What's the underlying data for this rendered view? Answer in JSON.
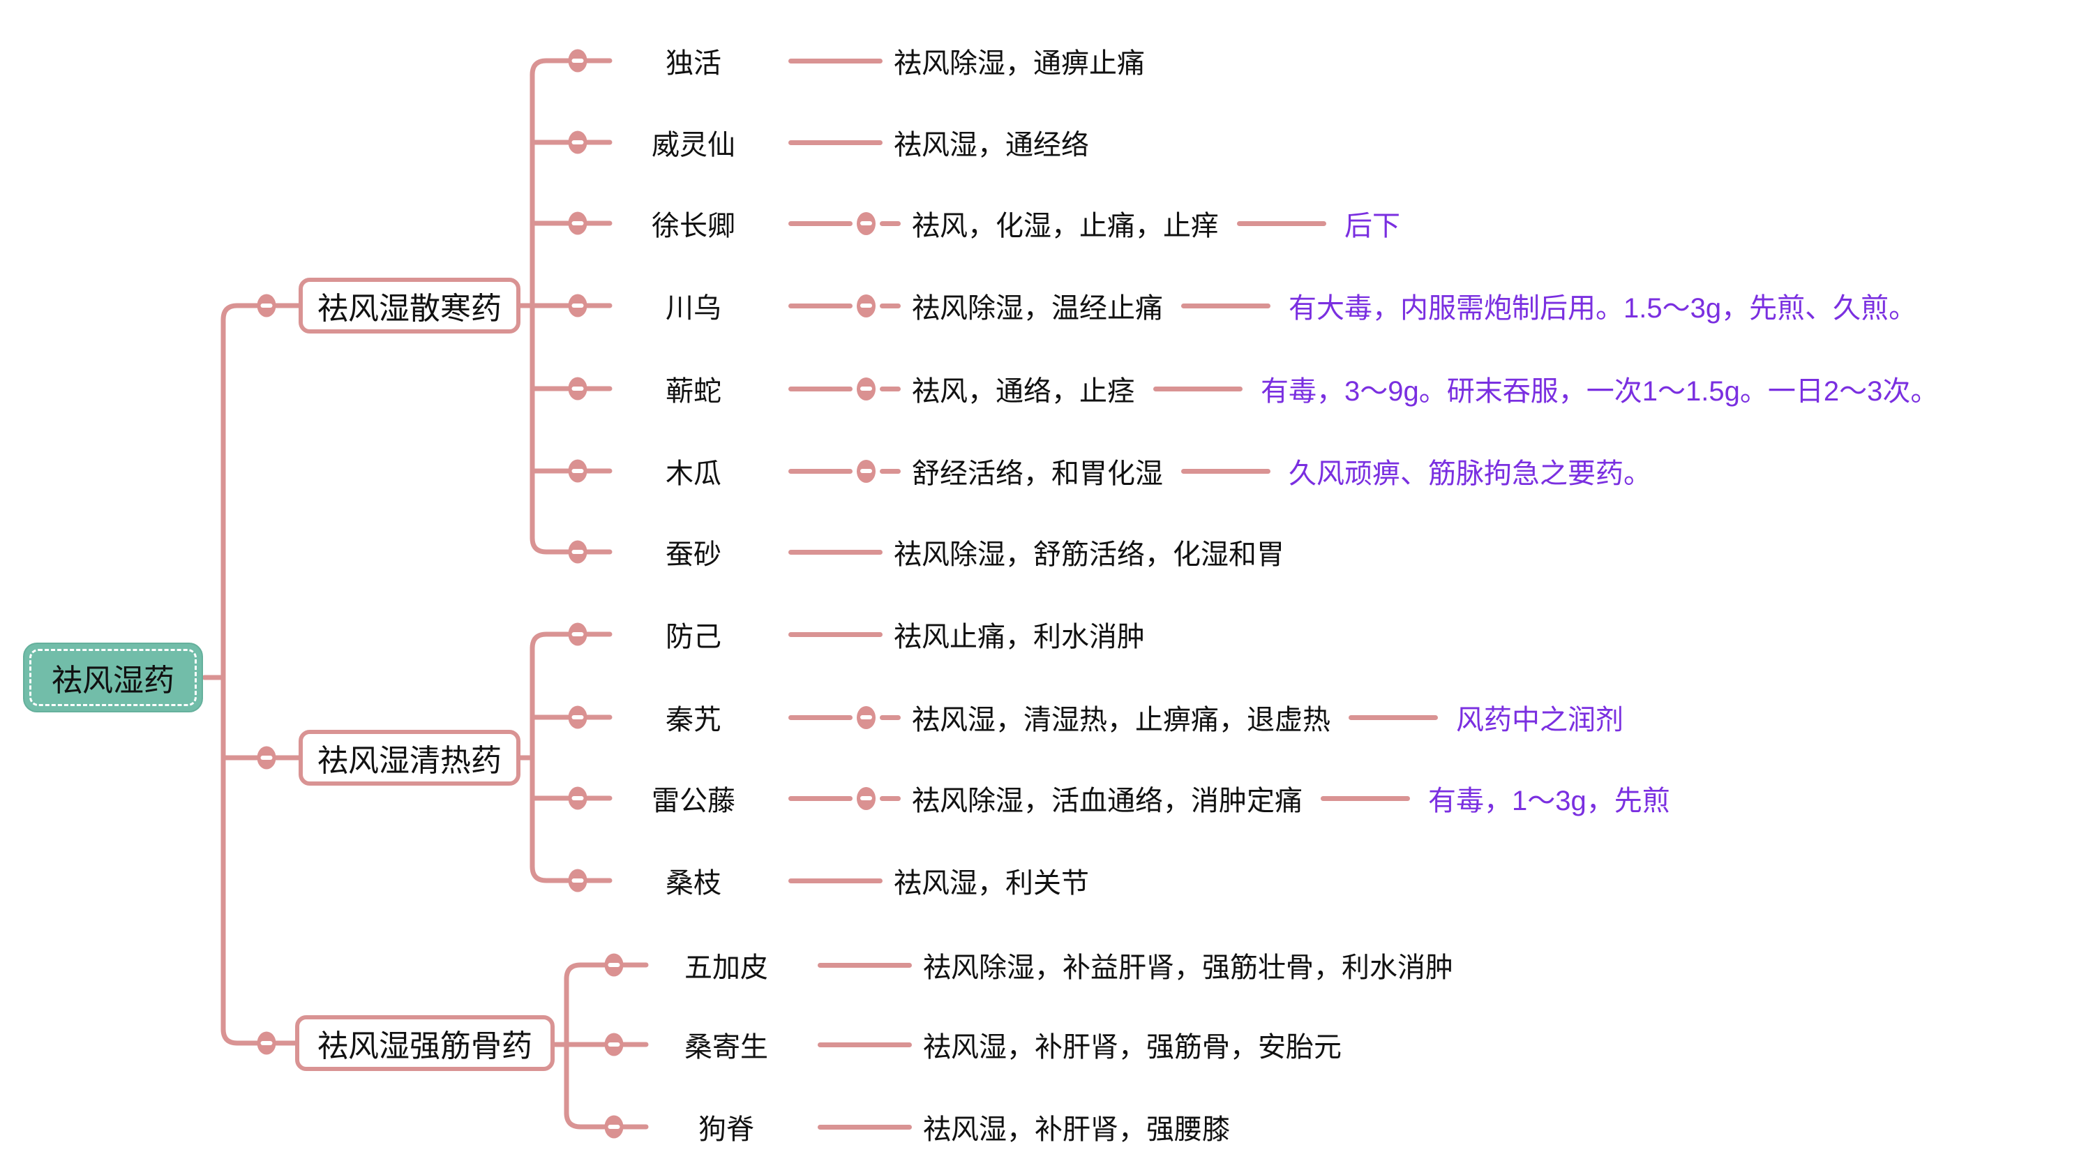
{
  "root": {
    "label": "祛风湿药"
  },
  "branches": [
    {
      "label": "祛风湿散寒药",
      "herbs": [
        {
          "name": "独活",
          "desc": "祛风除湿，通痹止痛",
          "note": ""
        },
        {
          "name": "威灵仙",
          "desc": "祛风湿，通经络",
          "note": ""
        },
        {
          "name": "徐长卿",
          "desc": "祛风，化湿，止痛，止痒",
          "note": "后下"
        },
        {
          "name": "川乌",
          "desc": "祛风除湿，温经止痛",
          "note": "有大毒，内服需炮制后用。1.5～3g，先煎、久煎。"
        },
        {
          "name": "蕲蛇",
          "desc": "祛风，通络，止痉",
          "note": "有毒，3～9g。研末吞服，一次1～1.5g。一日2～3次。"
        },
        {
          "name": "木瓜",
          "desc": "舒经活络，和胃化湿",
          "note": "久风顽痹、筋脉拘急之要药。"
        },
        {
          "name": "蚕砂",
          "desc": "祛风除湿，舒筋活络，化湿和胃",
          "note": ""
        }
      ]
    },
    {
      "label": "祛风湿清热药",
      "herbs": [
        {
          "name": "防己",
          "desc": "祛风止痛，利水消肿",
          "note": ""
        },
        {
          "name": "秦艽",
          "desc": "祛风湿，清湿热，止痹痛，退虚热",
          "note": "风药中之润剂"
        },
        {
          "name": "雷公藤",
          "desc": "祛风除湿，活血通络，消肿定痛",
          "note": "有毒，1～3g，先煎"
        },
        {
          "name": "桑枝",
          "desc": "祛风湿，利关节",
          "note": ""
        }
      ]
    },
    {
      "label": "祛风湿强筋骨药",
      "herbs": [
        {
          "name": "五加皮",
          "desc": "祛风除湿，补益肝肾，强筋壮骨，利水消肿",
          "note": ""
        },
        {
          "name": "桑寄生",
          "desc": "祛风湿，补肝肾，强筋骨，安胎元",
          "note": ""
        },
        {
          "name": "狗脊",
          "desc": "祛风湿，补肝肾，强腰膝",
          "note": ""
        }
      ]
    }
  ],
  "colors": {
    "line": "#D99393",
    "node_fill": "#DA9191",
    "root_fill": "#72BDA9",
    "note_text": "#7A2FE0",
    "text": "#111111"
  }
}
